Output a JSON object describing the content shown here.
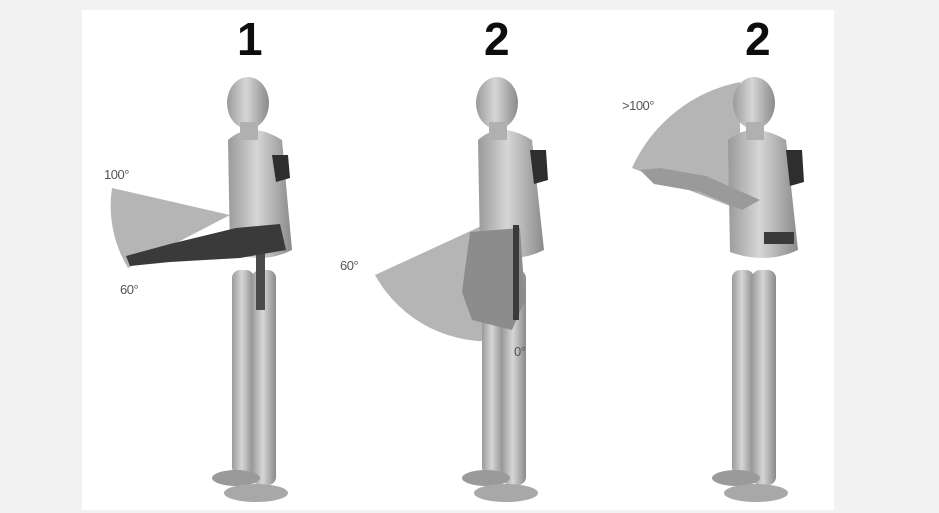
{
  "panels": [
    {
      "number": "1",
      "angles": {
        "top": "100°",
        "bottom": "60°"
      }
    },
    {
      "number": "2",
      "angles": {
        "top": "60°",
        "bottom": "0°"
      }
    },
    {
      "number": "2",
      "angles": {
        "top": ">100°"
      }
    }
  ],
  "colors": {
    "background": "#f2f2f2",
    "frame": "#ffffff",
    "body": "#bdbdbd",
    "body_shadow": "#8f8f8f",
    "sector": "#b5b5b5",
    "dark_accent": "#3a3a3a"
  }
}
